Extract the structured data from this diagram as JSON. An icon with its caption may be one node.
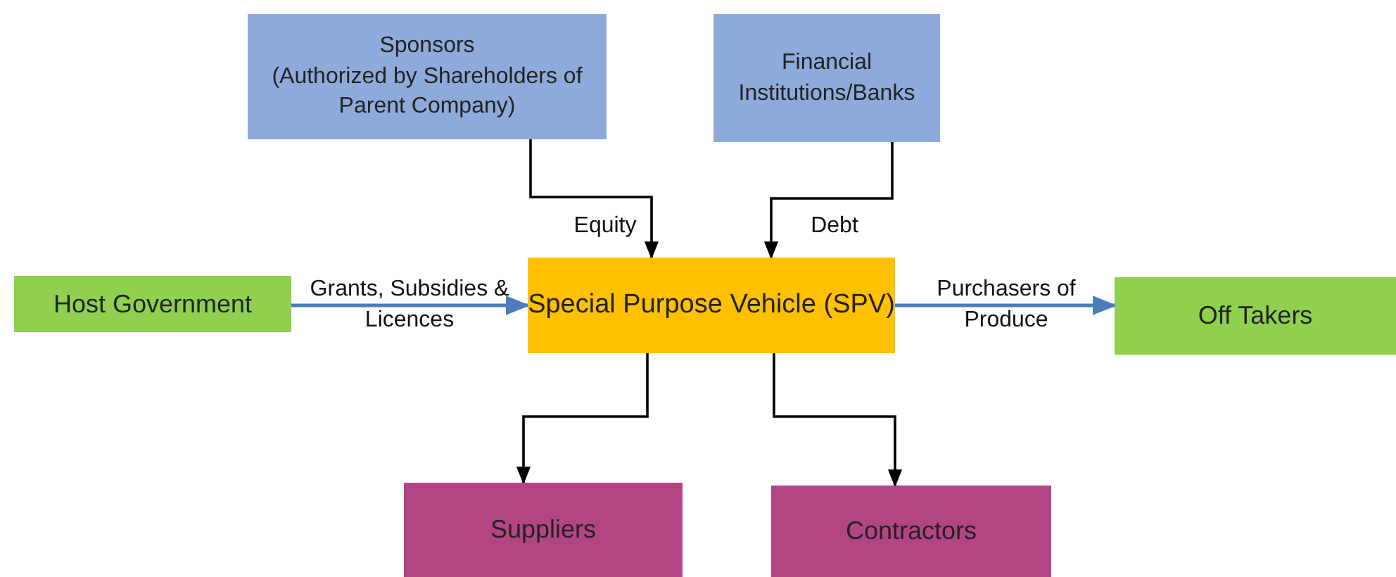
{
  "diagram": {
    "nodes": [
      {
        "text": [
          "Sponsors",
          "(Authorized  by Shareholders of Parent Company)"
        ]
      },
      {
        "text": [
          "Financial Institutions/Banks"
        ]
      },
      {
        "text": [
          "Host Government"
        ]
      },
      {
        "text": [
          "Special Purpose Vehicle (SPV)"
        ]
      },
      {
        "text": [
          "Off Takers"
        ]
      },
      {
        "text": [
          "Suppliers"
        ]
      },
      {
        "text": [
          "Contractors"
        ]
      }
    ],
    "edges": [
      {
        "from": 0,
        "to": 3,
        "arrow": "to",
        "label": "Equity"
      },
      {
        "from": 1,
        "to": 3,
        "arrow": "to",
        "label": "Debt"
      },
      {
        "from": 2,
        "to": 3,
        "arrow": "to",
        "label": "Grants, Subsidies & Licences",
        "color": "#4a7ebb"
      },
      {
        "from": 3,
        "to": 4,
        "arrow": "to",
        "label": "Purchasers of Produce",
        "color": "#4a7ebb"
      },
      {
        "from": 3,
        "to": 5,
        "arrow": "to"
      },
      {
        "from": 3,
        "to": 6,
        "arrow": "to"
      }
    ]
  }
}
